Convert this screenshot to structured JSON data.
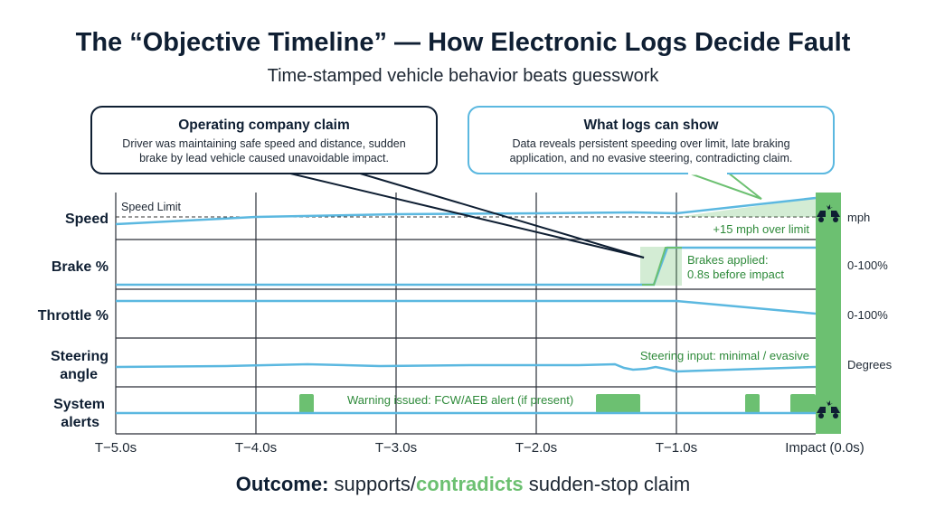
{
  "title": "The “Objective Timeline” — How Electronic Logs Decide Fault",
  "subtitle": "Time-stamped vehicle behavior beats guesswork",
  "callouts": {
    "claim": {
      "heading": "Operating company claim",
      "lines": [
        "Driver was maintaining safe speed and distance, sudden",
        "brake by lead vehicle caused unavoidable impact."
      ]
    },
    "logs": {
      "heading": "What logs can show",
      "lines": [
        "Data reveals persistent speeding over limit, late braking",
        "application, and no evasive steering, contradicting claim."
      ]
    }
  },
  "rows": [
    {
      "label": [
        "Speed"
      ],
      "unit": "mph"
    },
    {
      "label": [
        "Brake %"
      ],
      "unit": "0-100%"
    },
    {
      "label": [
        "Throttle %"
      ],
      "unit": "0-100%"
    },
    {
      "label": [
        "Steering",
        "angle"
      ],
      "unit": "Degrees"
    },
    {
      "label": [
        "System",
        "alerts"
      ],
      "unit": ""
    }
  ],
  "annotations": {
    "speed_limit": "Speed Limit",
    "over_limit": "+15 mph over limit",
    "brakes": [
      "Brakes applied:",
      "0.8s before impact"
    ],
    "steering": "Steering input: minimal / evasive",
    "warning": "Warning issued: FCW/AEB alert (if present)"
  },
  "time_ticks": [
    "T−5.0s",
    "T−4.0s",
    "T−3.0s",
    "T−2.0s",
    "T−1.0s",
    "Impact (0.0s)"
  ],
  "outcome": {
    "label": "Outcome:",
    "pre": " supports/",
    "highlight": "contradicts",
    "post": " sudden-stop claim"
  },
  "colors": {
    "navy": "#0f1f33",
    "line": "#5bb8e0",
    "green": "#6cc071",
    "green_text": "#2e8a3a"
  }
}
